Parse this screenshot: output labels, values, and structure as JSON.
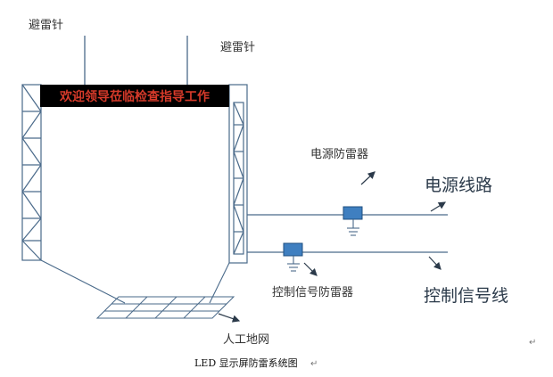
{
  "labels": {
    "lightning_rod_left": "避雷针",
    "lightning_rod_right": "避雷针",
    "led_banner": "欢迎领导莅临检查指导工作",
    "power_surge_protector": "电源防雷器",
    "power_line": "电源线路",
    "signal_surge_protector": "控制信号防雷器",
    "control_signal_line": "控制信号线",
    "ground_grid": "人工地网"
  },
  "caption": "LED 显示屏防雷系统图",
  "paragraph_marks": [
    "↵",
    "↵"
  ],
  "colors": {
    "line": "#4a6a8a",
    "arrow": "#2b3a4a",
    "protector_fill": "#3f7fc0",
    "protector_stroke": "#1f4f80",
    "banner_bg": "#000000",
    "banner_text": "#d63a2a"
  }
}
